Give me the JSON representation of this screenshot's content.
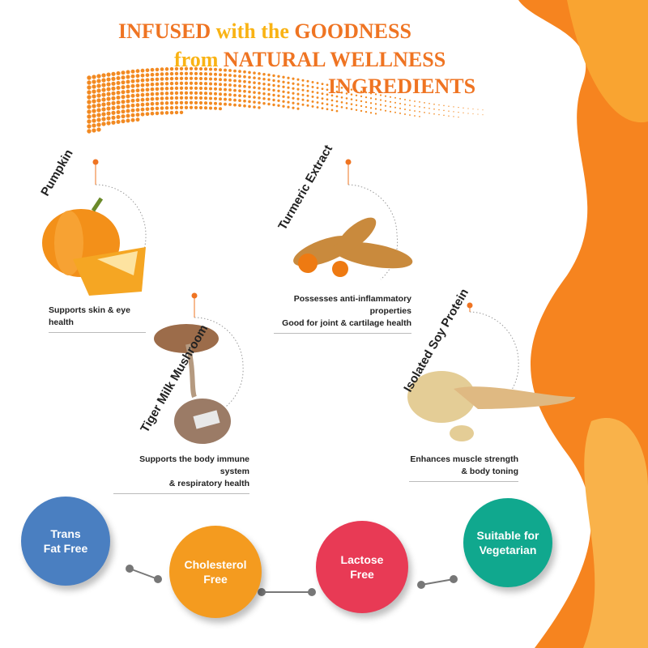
{
  "header": {
    "line1_a": "INFUSED",
    "line1_b": "with the",
    "line1_c": "GOODNESS",
    "line2_a": "from",
    "line2_b": "NATURAL WELLNESS",
    "line3": "INGREDIENTS"
  },
  "ingredients": [
    {
      "name": "Pumpkin",
      "benefit": [
        "Supports skin & eye health"
      ]
    },
    {
      "name": "Turmeric Extract",
      "benefit": [
        "Possesses anti-inflammatory properties",
        "Good for joint & cartilage health"
      ]
    },
    {
      "name": "Tiger Milk Mushroom",
      "benefit": [
        "Supports the body immune system",
        "& respiratory health"
      ]
    },
    {
      "name": "Isolated Soy Protein",
      "benefit": [
        "Enhances muscle strength",
        "& body toning"
      ]
    }
  ],
  "badges": [
    {
      "line1": "Trans",
      "line2": "Fat Free",
      "color": "#4a7fc1"
    },
    {
      "line1": "Cholesterol",
      "line2": "Free",
      "color": "#f49b1f"
    },
    {
      "line1": "Lactose",
      "line2": "Free",
      "color": "#e83a55"
    },
    {
      "line1": "Suitable for",
      "line2": "Vegetarian",
      "color": "#10a88e"
    }
  ],
  "colors": {
    "accent": "#ef7422",
    "orange_bg": "#f6841f"
  }
}
